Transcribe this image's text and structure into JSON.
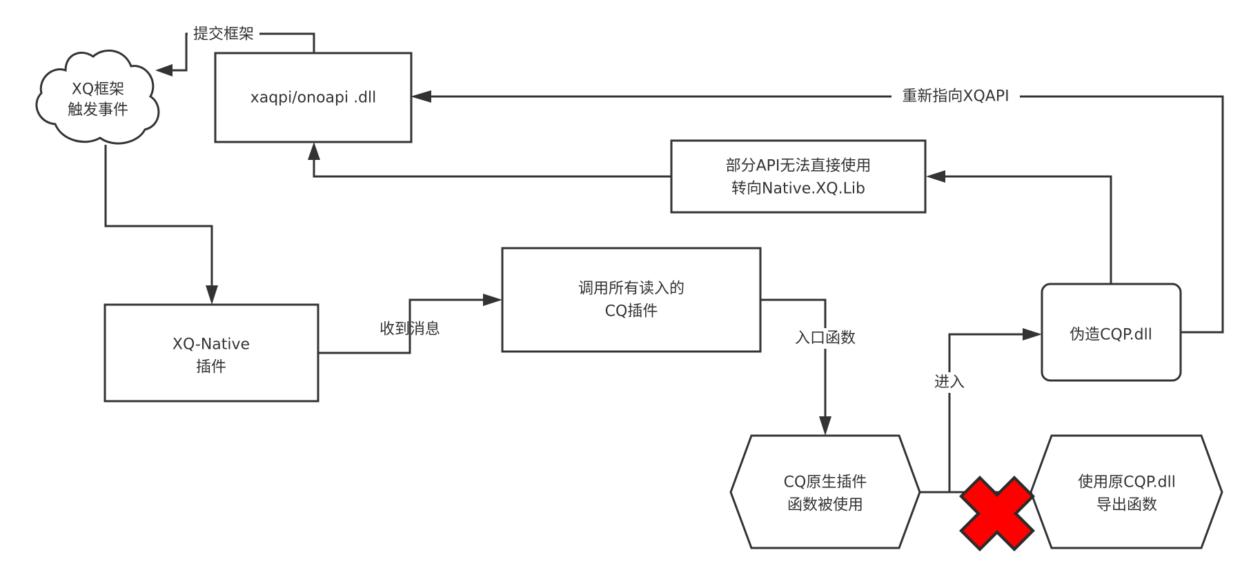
{
  "colors": {
    "stroke": "#333333",
    "background": "#ffffff",
    "cross_fill": "#ff0000",
    "cross_outline": "#2b2b2b"
  },
  "nodes": {
    "xq_framework": {
      "line1": "XQ框架",
      "line2": "触发事件",
      "shape": "cloud"
    },
    "xaqpi_dll": {
      "line1": "xaqpi/onoapi .dll",
      "shape": "rectangle"
    },
    "native_lib": {
      "line1": "部分API无法直接使用",
      "line2": "转向Native.XQ.Lib",
      "shape": "rectangle"
    },
    "xq_native": {
      "line1": "XQ-Native",
      "line2": "插件",
      "shape": "rectangle"
    },
    "call_plugins": {
      "line1": "调用所有读入的",
      "line2": "CQ插件",
      "shape": "rectangle"
    },
    "fake_cqp": {
      "line1": "伪造CQP.dll",
      "shape": "rounded-rectangle"
    },
    "cq_native": {
      "line1": "CQ原生插件",
      "line2": "函数被使用",
      "shape": "hexagon"
    },
    "orig_cqp": {
      "line1": "使用原CQP.dll",
      "line2": "导出函数",
      "shape": "hexagon"
    }
  },
  "edges": {
    "submit_framework": {
      "label": "提交框架"
    },
    "redirect_xqapi": {
      "label": "重新指向XQAPI"
    },
    "receive_message": {
      "label": "收到消息"
    },
    "entry_function": {
      "label": "入口函数"
    },
    "enter": {
      "label": "进入"
    }
  },
  "icons": {
    "blocked": "cross-icon"
  }
}
